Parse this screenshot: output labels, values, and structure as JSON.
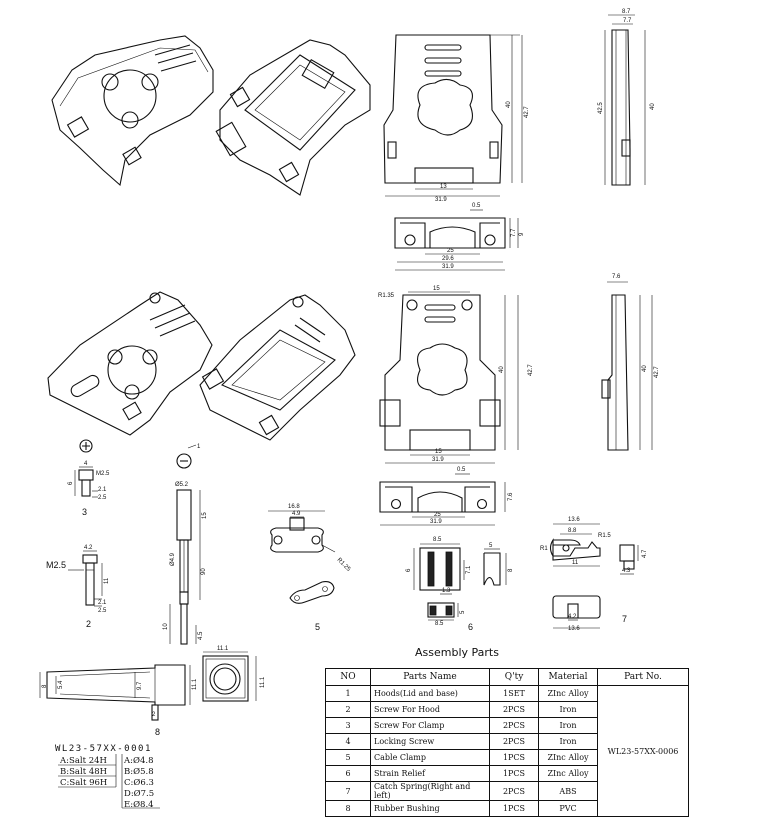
{
  "colors": {
    "ink": "#111111",
    "paper": "#ffffff"
  },
  "dims_top_right": {
    "w1": "8.7",
    "w2": "7.7",
    "h1": "42.5",
    "h2": "40"
  },
  "dims_top_front": {
    "h40": "40",
    "h427": "42.7",
    "w13": "13",
    "w319": "31.9"
  },
  "dims_top_bottom": {
    "d05": "0.5",
    "d25": "25",
    "d296": "29.6",
    "d319": "31.9",
    "d77": "7.7",
    "d9": "9"
  },
  "dims_mid_front": {
    "r": "R1.35",
    "w15a": "15",
    "h40": "40",
    "h427": "42.7",
    "w15b": "15",
    "w319": "31.9"
  },
  "dims_mid_side": {
    "w76": "7.6",
    "h40": "40",
    "h427": "42.7"
  },
  "dims_mid_bottom": {
    "d05": "0.5",
    "d25": "25",
    "d319": "31.9",
    "d76": "7.6"
  },
  "part3": {
    "num": "3",
    "d4": "4",
    "m": "M2.5",
    "d21": "2.1",
    "d25": "2.5",
    "d6": "6"
  },
  "part2": {
    "num": "2",
    "d42": "4.2",
    "m": "M2.5",
    "d11": "11",
    "d21": "2.1",
    "d25": "2.5"
  },
  "screw_long": {
    "d1": "1",
    "d52": "Ø5.2",
    "d15": "15",
    "d49": "Ø4.9",
    "d90": "90",
    "d10": "10",
    "d45": "4.5"
  },
  "part5": {
    "num": "5",
    "d168": "16.8",
    "d49": "4.9",
    "r": "R1.25"
  },
  "part6": {
    "num": "6",
    "d85a": "8.5",
    "d5": "5",
    "d6": "6",
    "d71": "7.1",
    "d8": "8",
    "d13": "1.3",
    "d85b": "8.5",
    "d5b": "5"
  },
  "part7": {
    "num": "7",
    "d136a": "13.6",
    "d88": "8.8",
    "r15": "R1.5",
    "r1": "R1",
    "d11": "11",
    "d47": "4.7",
    "d43": "4.3",
    "d42": "4.2",
    "d136b": "13.6"
  },
  "part8": {
    "num": "8",
    "d8": "8",
    "d54": "5.4",
    "d97": "9.7",
    "d111a": "11.1",
    "d111b": "11.1",
    "d111c": "11.1",
    "d2": "2"
  },
  "ordering": {
    "code": "WL23-57XX-0001",
    "salt": [
      "A:Salt 24H",
      "B:Salt 48H",
      "C:Salt 96H"
    ],
    "dia": [
      "A:Ø4.8",
      "B:Ø5.8",
      "C:Ø6.3",
      "D:Ø7.5",
      "E:Ø8.4"
    ]
  },
  "assembly": {
    "title": "Assembly Parts",
    "headers": {
      "no": "NO",
      "name": "Parts Name",
      "qty": "Q'ty",
      "material": "Material",
      "part_no": "Part  No."
    },
    "part_no": "WL23-57XX-0006",
    "rows": [
      {
        "no": "1",
        "name": "Hoods(Lid and base)",
        "qty": "1SET",
        "material": "ZInc Alloy"
      },
      {
        "no": "2",
        "name": "Screw For Hood",
        "qty": "2PCS",
        "material": "Iron"
      },
      {
        "no": "3",
        "name": "Screw For Clamp",
        "qty": "2PCS",
        "material": "Iron"
      },
      {
        "no": "4",
        "name": "Locking Screw",
        "qty": "2PCS",
        "material": "Iron"
      },
      {
        "no": "5",
        "name": "Cable Clamp",
        "qty": "1PCS",
        "material": "ZInc Alloy"
      },
      {
        "no": "6",
        "name": "Strain Relief",
        "qty": "1PCS",
        "material": "ZInc Alloy"
      },
      {
        "no": "7",
        "name": "Catch Spring(Right and left)",
        "qty": "2PCS",
        "material": "ABS"
      },
      {
        "no": "8",
        "name": "Rubber Bushing",
        "qty": "1PCS",
        "material": "PVC"
      }
    ]
  }
}
